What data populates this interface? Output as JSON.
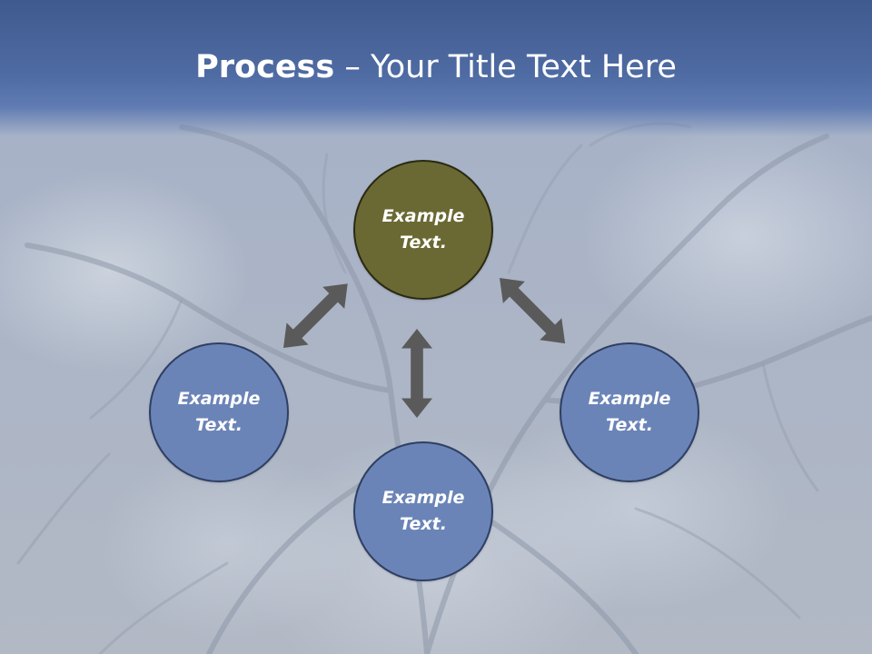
{
  "slide": {
    "title_bold": "Process",
    "title_rest": " – Your Title Text Here"
  },
  "nodes": {
    "top": "Example Text.",
    "left": "Example Text.",
    "right": "Example Text.",
    "bottom": "Example Text."
  },
  "colors": {
    "header": "#4f6ba3",
    "node_top": "#6a6934",
    "node_other": "#6b84b8",
    "arrow": "#5a5a5a"
  }
}
